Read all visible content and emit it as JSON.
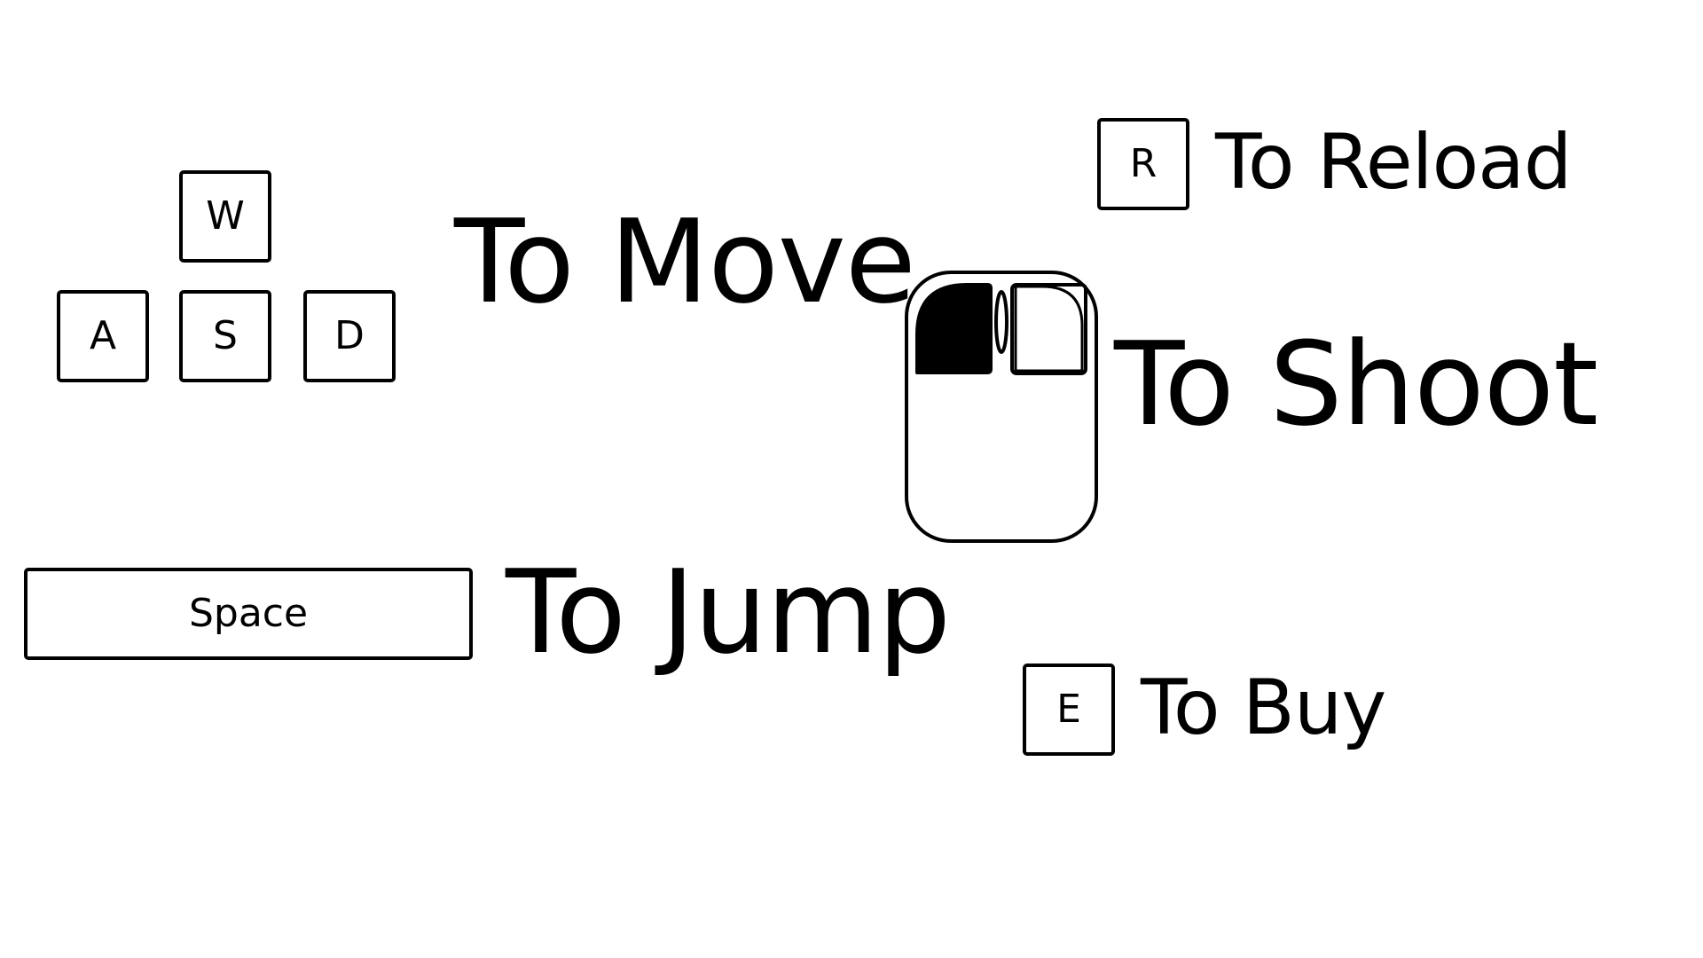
{
  "move": {
    "keys": {
      "up": "W",
      "left": "A",
      "down": "S",
      "right": "D"
    },
    "label": "To Move"
  },
  "jump": {
    "key": "Space",
    "label": "To Jump"
  },
  "shoot": {
    "input_icon": "mouse-left-button-icon",
    "label": "To Shoot"
  },
  "reload": {
    "key": "R",
    "label": "To Reload"
  },
  "buy": {
    "key": "E",
    "label": "To Buy"
  },
  "colors": {
    "ink": "#000000",
    "background": "#ffffff"
  }
}
